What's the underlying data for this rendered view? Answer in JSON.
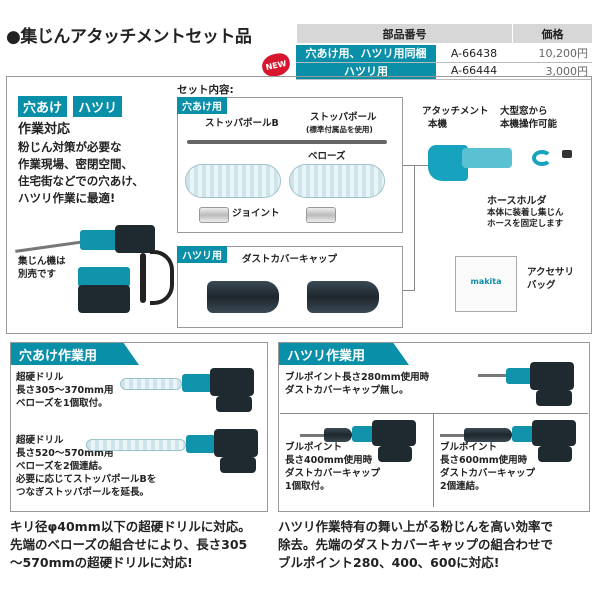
{
  "title": "●集じんアタッチメントセット品",
  "new_badge": "NEW",
  "parts_table": {
    "headers": [
      "部品番号",
      "価格"
    ],
    "rows": [
      {
        "category": "穴あけ用、ハツリ用同梱",
        "part_no": "A-66438",
        "price": "10,200円"
      },
      {
        "category": "ハツリ用",
        "part_no": "A-66444",
        "price": "3,000円"
      }
    ]
  },
  "left_panel": {
    "tag_drill": "穴あけ",
    "tag_chip": "ハツリ",
    "heading": "作業対応",
    "lines": [
      "粉じん対策が必要な",
      "作業現場、密閉空間、",
      "住宅街などでの穴あけ、",
      "ハツリ作業に最適!"
    ],
    "vacuum_note": [
      "集じん機は",
      "別売です"
    ]
  },
  "set_contents": {
    "label": "セット内容:",
    "drill_box": {
      "tag": "穴あけ用",
      "stopper_b": "ストッパポールB",
      "stopper": "ストッパポール",
      "stopper_note": "(標準付属品を使用)",
      "bellows": "ベローズ",
      "joint": "ジョイント"
    },
    "chip_box": {
      "tag": "ハツリ用",
      "cap": "ダストカバーキャップ"
    },
    "attachment": [
      "アタッチメント",
      "本機"
    ],
    "window": [
      "大型窓から",
      "本機操作可能"
    ],
    "hose_holder": [
      "ホースホルダ",
      "本体に装着し集じん",
      "ホースを固定します"
    ],
    "bag": [
      "アクセサリ",
      "バッグ"
    ],
    "bag_print": "makita"
  },
  "drill_section": {
    "header": "穴あけ作業用",
    "item1": [
      "超硬ドリル",
      "長さ305〜370mm用",
      "ベローズを1個取付。"
    ],
    "item2": [
      "超硬ドリル",
      "長さ520〜570mm用",
      "ベローズを2個連結。",
      "必要に応じてストッパポールBを",
      "つなぎストッパポールを延長。"
    ],
    "footer": [
      "キリ径φ40mm以下の超硬ドリルに対応。",
      "先端のベローズの組合せにより、長さ305",
      "〜570mmの超硬ドリルに対応!"
    ]
  },
  "chip_section": {
    "header": "ハツリ作業用",
    "item1": [
      "ブルポイント長さ280mm使用時",
      "ダストカバーキャップ無し。"
    ],
    "item2": [
      "ブルポイント",
      "長さ400mm使用時",
      "ダストカバーキャップ",
      "1個取付。"
    ],
    "item3": [
      "ブルポイント",
      "長さ600mm使用時",
      "ダストカバーキャップ",
      "2個連結。"
    ],
    "footer": [
      "ハツリ作業特有の舞い上がる粉じんを高い効率で",
      "除去。先端のダストカバーキャップの組合わせで",
      "ブルポイント280、400、600に対応!"
    ]
  },
  "colors": {
    "accent": "#0a8fa8",
    "new_red": "#d8152e",
    "tool_dark": "#1f2a30"
  }
}
